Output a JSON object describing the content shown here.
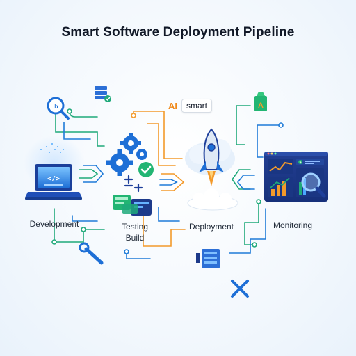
{
  "title": "Smart Software Deployment Pipeline",
  "stages": [
    {
      "label": "Development"
    },
    {
      "label": "Testing\nBuild"
    },
    {
      "label": "Deployment"
    },
    {
      "label": "Monitoring"
    }
  ],
  "ai_badge": {
    "prefix": "AI",
    "label": "smart"
  },
  "code_tag": "</>",
  "db_tag": "lb",
  "monitor_sign": "$",
  "colors": {
    "teal_line": "#1fa97a",
    "blue_line": "#1e7bd8",
    "orange_line": "#f39a2b",
    "navy_panel": "#1d3a8a",
    "accent_orange": "#f08a1c"
  },
  "icons": [
    "database-search-icon",
    "server-check-icon",
    "laptop-code-icon",
    "gears-icon",
    "checkmark-icon",
    "plus-minus-icon",
    "build-boxes-icon",
    "rocket-icon",
    "cloud-icon",
    "dashboard-icon",
    "magnifier-icon",
    "wrench-icon",
    "server-rack-icon",
    "tools-icon",
    "document-a-icon"
  ]
}
